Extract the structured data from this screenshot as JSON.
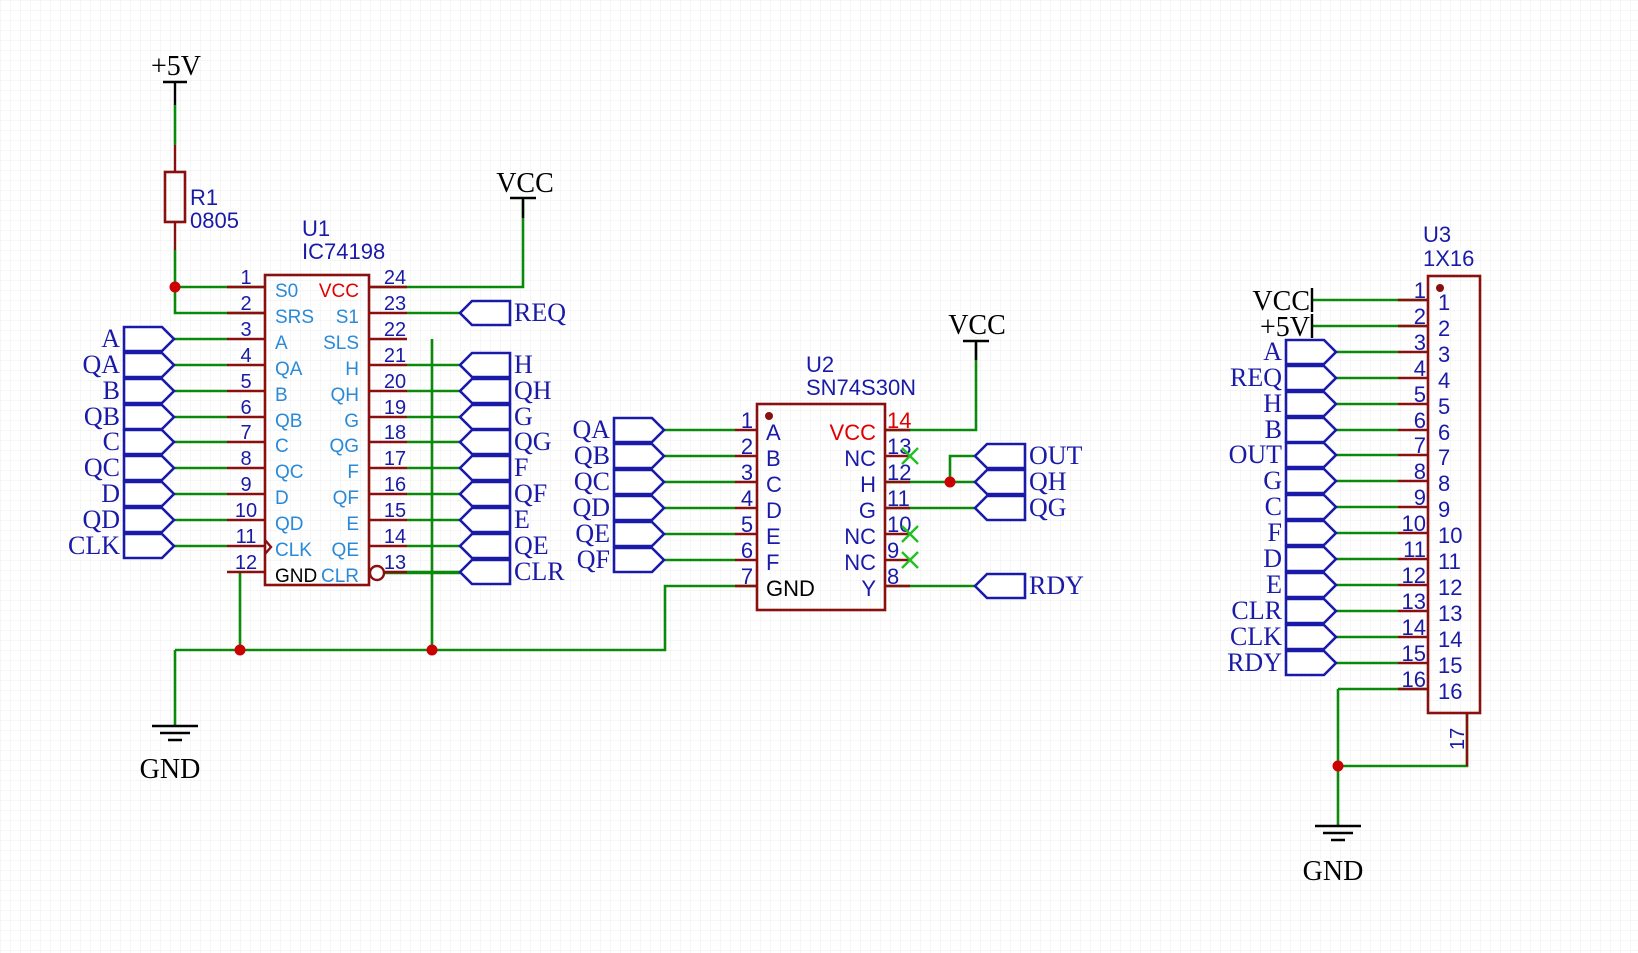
{
  "power": {
    "p5v_top": "+5V",
    "vcc_u1": "VCC",
    "vcc_u2": "VCC",
    "gnd_left": "GND",
    "gnd_right": "GND",
    "vcc_u3": "VCC",
    "p5v_u3": "+5V"
  },
  "r1": {
    "ref": "R1",
    "value": "0805"
  },
  "u1": {
    "ref": "U1",
    "value": "IC74198",
    "left_pins": [
      {
        "num": "1",
        "name": "S0"
      },
      {
        "num": "2",
        "name": "SRS"
      },
      {
        "num": "3",
        "name": "A"
      },
      {
        "num": "4",
        "name": "QA"
      },
      {
        "num": "5",
        "name": "B"
      },
      {
        "num": "6",
        "name": "QB"
      },
      {
        "num": "7",
        "name": "C"
      },
      {
        "num": "8",
        "name": "QC"
      },
      {
        "num": "9",
        "name": "D"
      },
      {
        "num": "10",
        "name": "QD"
      },
      {
        "num": "11",
        "name": "CLK"
      },
      {
        "num": "12",
        "name": "GND"
      }
    ],
    "right_pins": [
      {
        "num": "24",
        "name": "VCC"
      },
      {
        "num": "23",
        "name": "S1"
      },
      {
        "num": "22",
        "name": "SLS"
      },
      {
        "num": "21",
        "name": "H"
      },
      {
        "num": "20",
        "name": "QH"
      },
      {
        "num": "19",
        "name": "G"
      },
      {
        "num": "18",
        "name": "QG"
      },
      {
        "num": "17",
        "name": "F"
      },
      {
        "num": "16",
        "name": "QF"
      },
      {
        "num": "15",
        "name": "E"
      },
      {
        "num": "14",
        "name": "QE"
      },
      {
        "num": "13",
        "name": "CLR"
      }
    ]
  },
  "u1_left_ports": [
    "A",
    "QA",
    "B",
    "QB",
    "C",
    "QC",
    "D",
    "QD",
    "CLK"
  ],
  "u1_right_ports": [
    "REQ",
    "H",
    "QH",
    "G",
    "QG",
    "F",
    "QF",
    "E",
    "QE",
    "CLR"
  ],
  "u2": {
    "ref": "U2",
    "value": "SN74S30N",
    "left_pins": [
      {
        "num": "1",
        "name": "A"
      },
      {
        "num": "2",
        "name": "B"
      },
      {
        "num": "3",
        "name": "C"
      },
      {
        "num": "4",
        "name": "D"
      },
      {
        "num": "5",
        "name": "E"
      },
      {
        "num": "6",
        "name": "F"
      },
      {
        "num": "7",
        "name": "GND"
      }
    ],
    "right_pins": [
      {
        "num": "14",
        "name": "VCC"
      },
      {
        "num": "13",
        "name": "NC"
      },
      {
        "num": "12",
        "name": "H"
      },
      {
        "num": "11",
        "name": "G"
      },
      {
        "num": "10",
        "name": "NC"
      },
      {
        "num": "9",
        "name": "NC"
      },
      {
        "num": "8",
        "name": "Y"
      }
    ]
  },
  "u2_left_ports": [
    "QA",
    "QB",
    "QC",
    "QD",
    "QE",
    "QF"
  ],
  "u2_right_ports": [
    "OUT",
    "QH",
    "QG",
    "RDY"
  ],
  "u3": {
    "ref": "U3",
    "value": "1X16",
    "pins": [
      "1",
      "2",
      "3",
      "4",
      "5",
      "6",
      "7",
      "8",
      "9",
      "10",
      "11",
      "12",
      "13",
      "14",
      "15",
      "16"
    ],
    "pin17": "17"
  },
  "u3_ports": [
    "A",
    "REQ",
    "H",
    "B",
    "OUT",
    "G",
    "C",
    "F",
    "D",
    "E",
    "CLR",
    "CLK",
    "RDY"
  ],
  "colors": {
    "wire": "#0a8a0a",
    "symbol": "#8a1010",
    "label": "#1a1aa8",
    "pin_name": "#2a8ad8",
    "power_pin": "#e00000",
    "junction": "#cc0000",
    "no_connect": "#22c022"
  }
}
